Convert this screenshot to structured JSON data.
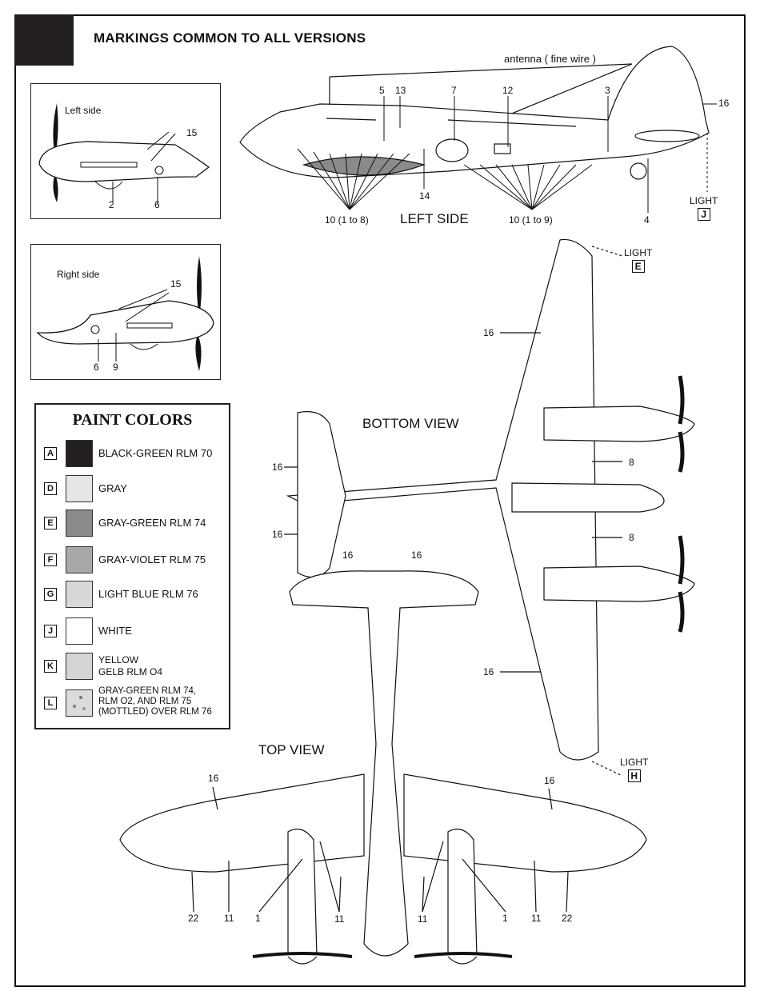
{
  "header": {
    "title": "MARKINGS COMMON TO ALL VERSIONS"
  },
  "left_side_panel": {
    "title": "Left side",
    "callouts": [
      "15",
      "2",
      "6"
    ]
  },
  "right_side_panel": {
    "title": "Right side",
    "callouts": [
      "15",
      "6",
      "9"
    ]
  },
  "profile": {
    "title": "LEFT SIDE",
    "antenna": "antenna ( fine wire )",
    "callouts": [
      "5",
      "13",
      "7",
      "12",
      "3",
      "16",
      "14",
      "4"
    ],
    "group_fwd": "10 (1 to 8)",
    "group_aft": "10 (1 to 9)",
    "light_label": "LIGHT",
    "light_code": "J"
  },
  "bottom_view": {
    "title": "BOTTOM VIEW",
    "light_top_label": "LIGHT",
    "light_top_code": "E",
    "light_bottom_label": "LIGHT",
    "light_bottom_code": "H",
    "callouts": [
      "16",
      "8",
      "8",
      "16",
      "16",
      "16",
      "16",
      "16"
    ]
  },
  "top_view": {
    "title": "TOP VIEW",
    "callouts": [
      "16",
      "16",
      "22",
      "11",
      "1",
      "11",
      "11",
      "1",
      "11",
      "22"
    ]
  },
  "paint_colors": {
    "title": "PAINT COLORS",
    "items": [
      {
        "code": "A",
        "name": "BLACK-GREEN RLM 70",
        "color": "#231f20"
      },
      {
        "code": "D",
        "name": "GRAY",
        "color": "#e6e6e6"
      },
      {
        "code": "E",
        "name": "GRAY-GREEN RLM 74",
        "color": "#8a8a8a"
      },
      {
        "code": "F",
        "name": "GRAY-VIOLET RLM  75",
        "color": "#a8a8a8"
      },
      {
        "code": "G",
        "name": "LIGHT BLUE RLM 76",
        "color": "#d8d8d8"
      },
      {
        "code": "J",
        "name": "WHITE",
        "color": "#ffffff"
      },
      {
        "code": "K",
        "name": "YELLOW",
        "name2": "GELB RLM  O4",
        "color": "#d4d4d4"
      },
      {
        "code": "L",
        "name": "GRAY-GREEN RLM 74,",
        "name2": "RLM O2, AND RLM 75",
        "name3": "(MOTTLED) OVER RLM 76",
        "color": "#dcdcdc"
      }
    ]
  }
}
